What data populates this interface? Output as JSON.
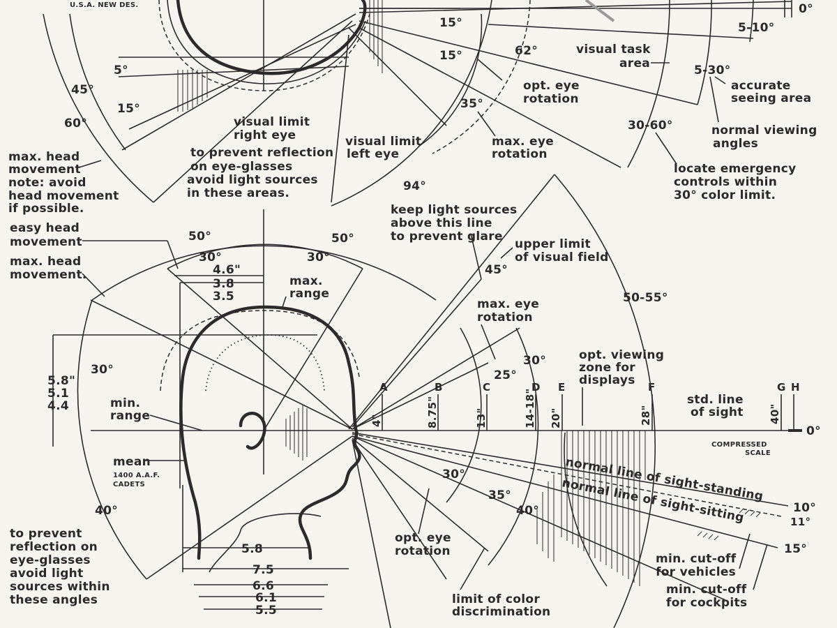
{
  "labels": {
    "usa": "U.S.A. NEW DES.",
    "deg0_top": "0°",
    "deg15a": "15°",
    "deg15b": "15°",
    "deg62": "62°",
    "deg5_10": "5-10°",
    "deg5_30": "5-30°",
    "visual_task_1": "visual task",
    "visual_task_2": "area",
    "accurate_1": "accurate",
    "accurate_2": "seeing area",
    "deg5": "5°",
    "deg45_top": "45°",
    "deg15c": "15°",
    "deg60": "60°",
    "opt_eye_top_1": "opt. eye",
    "opt_eye_top_2": "rotation",
    "deg35_top": "35°",
    "max_eye_top_1": "max. eye",
    "max_eye_top_2": "rotation",
    "deg30_60": "30-60°",
    "normal_view_1": "normal viewing",
    "normal_view_2": "angles",
    "vis_right_1": "visual limit",
    "vis_right_2": "right eye",
    "vis_left_1": "visual limit",
    "vis_left_2": "left eye",
    "prevent_refl_1": "to prevent reflection",
    "prevent_refl_2": "on eye-glasses",
    "prevent_refl_3": "avoid light sources",
    "prevent_refl_4": "in these areas.",
    "max_head_1": "max. head",
    "max_head_2": "movement",
    "max_head_3": "note: avoid",
    "max_head_4": "head movement",
    "max_head_5": "if possible.",
    "emergency_1": "locate emergency",
    "emergency_2": "controls within",
    "emergency_3": "30° color limit.",
    "deg94": "94°",
    "keep_light_1": "keep light sources",
    "keep_light_2": "above this line",
    "keep_light_3": "to prevent glare",
    "easy_head_1": "easy head",
    "easy_head_2": "movement",
    "deg50_left": "50°",
    "deg50_right": "50°",
    "upper_limit_1": "upper limit",
    "upper_limit_2": "of visual field",
    "max_head_b_1": "max. head",
    "max_head_b_2": "movement.",
    "deg30_left": "30°",
    "deg30_right": "30°",
    "dim46": "4.6\"",
    "dim38": "3.8",
    "dim35": "3.5",
    "max_range_1": "max.",
    "max_range_2": "range",
    "deg45_mid": "45°",
    "deg50_55": "50-55°",
    "max_eye_mid_1": "max. eye",
    "max_eye_mid_2": "rotation",
    "deg30_side": "30°",
    "deg30_mid": "30°",
    "deg25": "25°",
    "opt_view_1": "opt. viewing",
    "opt_view_2": "zone for",
    "opt_view_3": "displays",
    "dim58": "5.8\"",
    "dim51": "5.1",
    "dim44": "4.4",
    "min_range_1": "min.",
    "min_range_2": "range",
    "pA": "A",
    "pB": "B",
    "pC": "C",
    "pD": "D",
    "pE": "E",
    "pF": "F",
    "pG": "G",
    "pH": "H",
    "d4": "4\"",
    "d875": "8.75\"",
    "d13": "13\"",
    "d1418": "14-18\"",
    "d20": "20\"",
    "d28": "28\"",
    "d40": "40\"",
    "std_line_1": "std. line",
    "std_line_2": "of sight",
    "deg0_mid": "0°",
    "compressed_1": "COMPRESSED",
    "compressed_2": "SCALE",
    "mean": "mean",
    "cadets_1": "1400 A.A.F.",
    "cadets_2": "CADETS",
    "deg30_low": "30°",
    "normal_stand": "normal line of sight-standing",
    "deg10": "10°",
    "normal_sit": "normal line of sight-sitting",
    "deg11": "11°",
    "deg40_left": "40°",
    "deg35_low": "35°",
    "deg40_low": "40°",
    "deg15_low": "15°",
    "prevent_b_1": "to prevent",
    "prevent_b_2": "reflection on",
    "prevent_b_3": "eye-glasses",
    "prevent_b_4": "avoid light",
    "prevent_b_5": "sources within",
    "prevent_b_6": "these angles",
    "opt_eye_low_1": "opt. eye",
    "opt_eye_low_2": "rotation",
    "dim58b": "5.8",
    "dim75": "7.5",
    "dim66": "6.6",
    "dim61": "6.1",
    "dim55": "5.5",
    "cutoff_veh_1": "min. cut-off",
    "cutoff_veh_2": "for vehicles",
    "cutoff_cock_1": "min. cut-off",
    "cutoff_cock_2": "for cockpits",
    "color_disc_1": "limit of color",
    "color_disc_2": "discrimination"
  }
}
